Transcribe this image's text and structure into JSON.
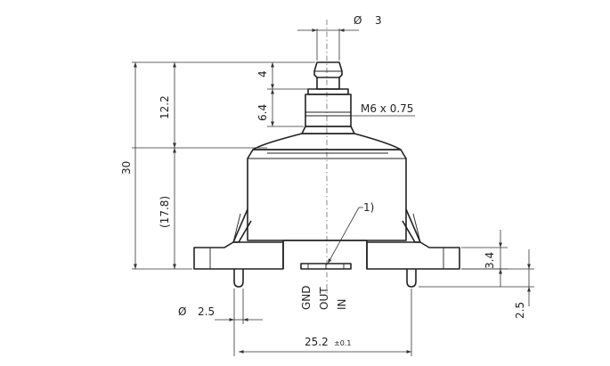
{
  "dimensions": {
    "tip_diameter": {
      "symbol": "Ø",
      "value": "3"
    },
    "tip_length": "4",
    "thread_length": "6.4",
    "thread_spec": "M6 x 0.75",
    "upper_height": "12.2",
    "total_height": "30",
    "body_height": "(17.8)",
    "footnote_marker": "1)",
    "flange_height": "3.4",
    "pin_diameter": {
      "symbol": "Ø",
      "value": "2.5"
    },
    "pin_length": "2.5",
    "pin_spacing": {
      "value": "25.2",
      "tolerance": "±0.1"
    }
  },
  "pins": [
    "GND",
    "OUT",
    "IN"
  ]
}
